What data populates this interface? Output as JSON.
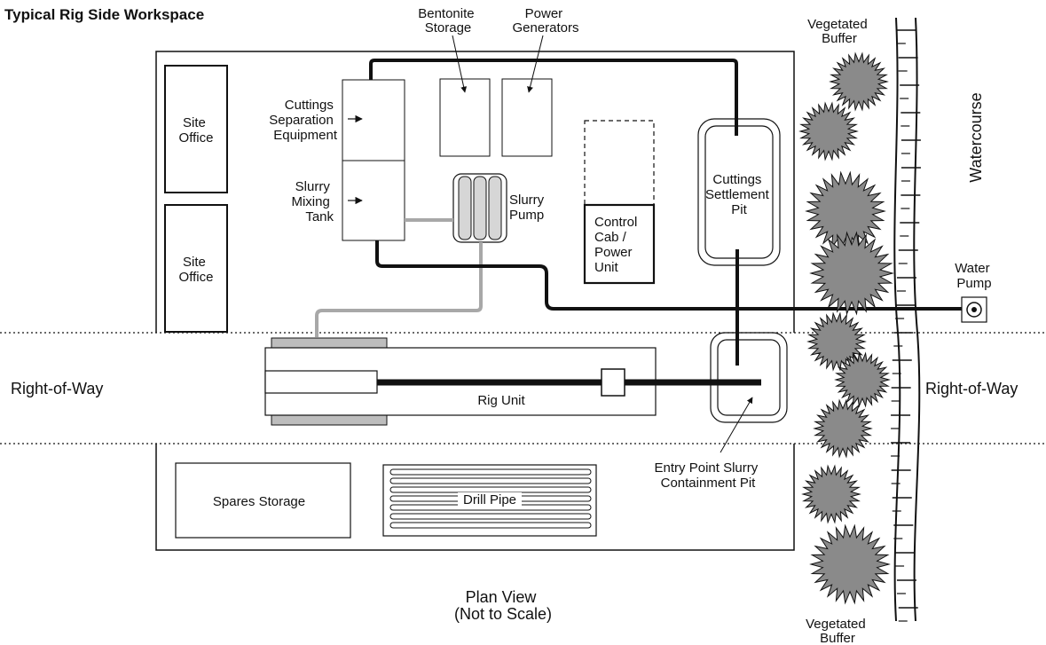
{
  "title": "Typical Rig Side Workspace",
  "labels": {
    "bentonite": [
      "Bentonite",
      "Storage"
    ],
    "generators": [
      "Power",
      "Generators"
    ],
    "veg_top": [
      "Vegetated",
      "Buffer"
    ],
    "veg_bottom": [
      "Vegetated",
      "Buffer"
    ],
    "watercourse": "Watercourse",
    "site_office_1": [
      "Site",
      "Office"
    ],
    "site_office_2": [
      "Site",
      "Office"
    ],
    "cuttings_sep": [
      "Cuttings",
      "Separation",
      "Equipment"
    ],
    "slurry_tank": [
      "Slurry",
      "Mixing",
      "Tank"
    ],
    "slurry_pump": [
      "Slurry",
      "Pump"
    ],
    "control_cab": [
      "Control",
      "Cab /",
      "Power",
      "Unit"
    ],
    "settlement_pit": [
      "Cuttings",
      "Settlement",
      "Pit"
    ],
    "water_pump": [
      "Water",
      "Pump"
    ],
    "row_left": "Right-of-Way",
    "row_right": "Right-of-Way",
    "rig_unit": "Rig Unit",
    "entry_pit": [
      "Entry Point Slurry",
      "Containment Pit"
    ],
    "spares": "Spares Storage",
    "drill_pipe": "Drill Pipe",
    "plan_view": [
      "Plan View",
      "(Not to Scale)"
    ]
  }
}
